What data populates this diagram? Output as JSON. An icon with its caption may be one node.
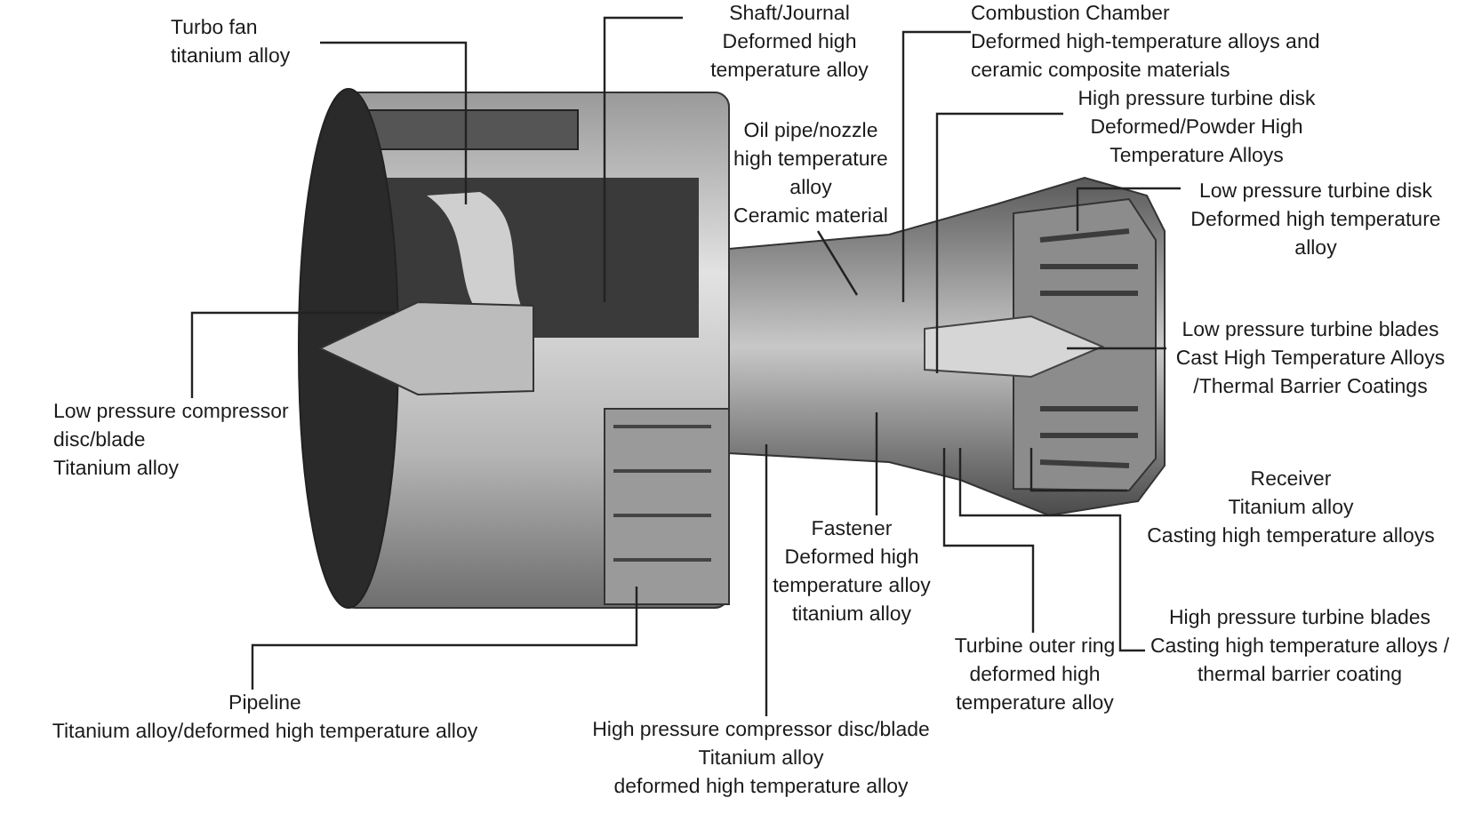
{
  "diagram": {
    "nodes": [
      {
        "text": [
          "Turbo fan",
          "titanium alloy"
        ]
      },
      {
        "text": [
          "Shaft/Journal",
          "Deformed high temperature alloy"
        ]
      },
      {
        "text": [
          "Combustion Chamber",
          "Deformed high-temperature alloys and ceramic composite materials"
        ]
      },
      {
        "text": [
          "High pressure turbine disk",
          "Deformed/Powder High Temperature Alloys"
        ]
      },
      {
        "text": [
          "Oil pipe/nozzle",
          "high temperature alloy",
          "Ceramic material"
        ]
      },
      {
        "text": [
          "Low pressure turbine disk",
          "Deformed high temperature alloy"
        ]
      },
      {
        "text": [
          "Low pressure turbine blades",
          "Cast High Temperature Alloys /Thermal Barrier Coatings"
        ]
      },
      {
        "text": [
          "Low pressure compressor disc/blade",
          "Titanium alloy"
        ]
      },
      {
        "text": [
          "Receiver",
          "Titanium alloy",
          "Casting high temperature alloys"
        ]
      },
      {
        "text": [
          "Fastener",
          "Deformed high temperature alloy",
          "titanium alloy"
        ]
      },
      {
        "text": [
          "Pipeline",
          "Titanium alloy/deformed high temperature alloy"
        ]
      },
      {
        "text": [
          "High pressure turbine blades",
          "Casting high temperature alloys / thermal barrier coating"
        ]
      },
      {
        "text": [
          "Turbine outer ring",
          "deformed high temperature alloy"
        ]
      },
      {
        "text": [
          "High pressure compressor disc/blade",
          "Titanium alloy",
          "deformed high temperature alloy"
        ]
      }
    ],
    "edges": [
      {
        "from": 0,
        "to": null,
        "arrow": "none"
      },
      {
        "from": 1,
        "to": null,
        "arrow": "none"
      },
      {
        "from": 2,
        "to": null,
        "arrow": "none"
      },
      {
        "from": 3,
        "to": null,
        "arrow": "none"
      },
      {
        "from": 4,
        "to": null,
        "arrow": "none"
      },
      {
        "from": 5,
        "to": null,
        "arrow": "none"
      },
      {
        "from": 6,
        "to": null,
        "arrow": "none"
      },
      {
        "from": 7,
        "to": null,
        "arrow": "none"
      },
      {
        "from": 8,
        "to": null,
        "arrow": "none"
      },
      {
        "from": 9,
        "to": null,
        "arrow": "none"
      },
      {
        "from": 10,
        "to": null,
        "arrow": "none"
      },
      {
        "from": 11,
        "to": null,
        "arrow": "none"
      },
      {
        "from": 12,
        "to": null,
        "arrow": "none"
      },
      {
        "from": 13,
        "to": null,
        "arrow": "none"
      }
    ]
  }
}
